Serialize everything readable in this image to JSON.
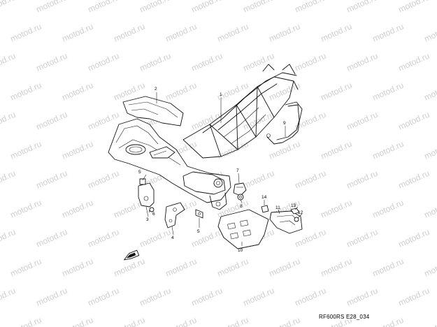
{
  "diagram_code": "RF600RS E28_034",
  "top_fragment": "",
  "watermark_text": "motod.ru",
  "labels": [
    "1",
    "2",
    "3",
    "4",
    "5",
    "5",
    "6",
    "7",
    "8",
    "9",
    "10",
    "11",
    "12",
    "13",
    "14"
  ],
  "colors": {
    "line": "#111111",
    "watermark": "#cfcfcf",
    "background": "#ffffff"
  },
  "icons": [
    "front-arrow-icon"
  ]
}
